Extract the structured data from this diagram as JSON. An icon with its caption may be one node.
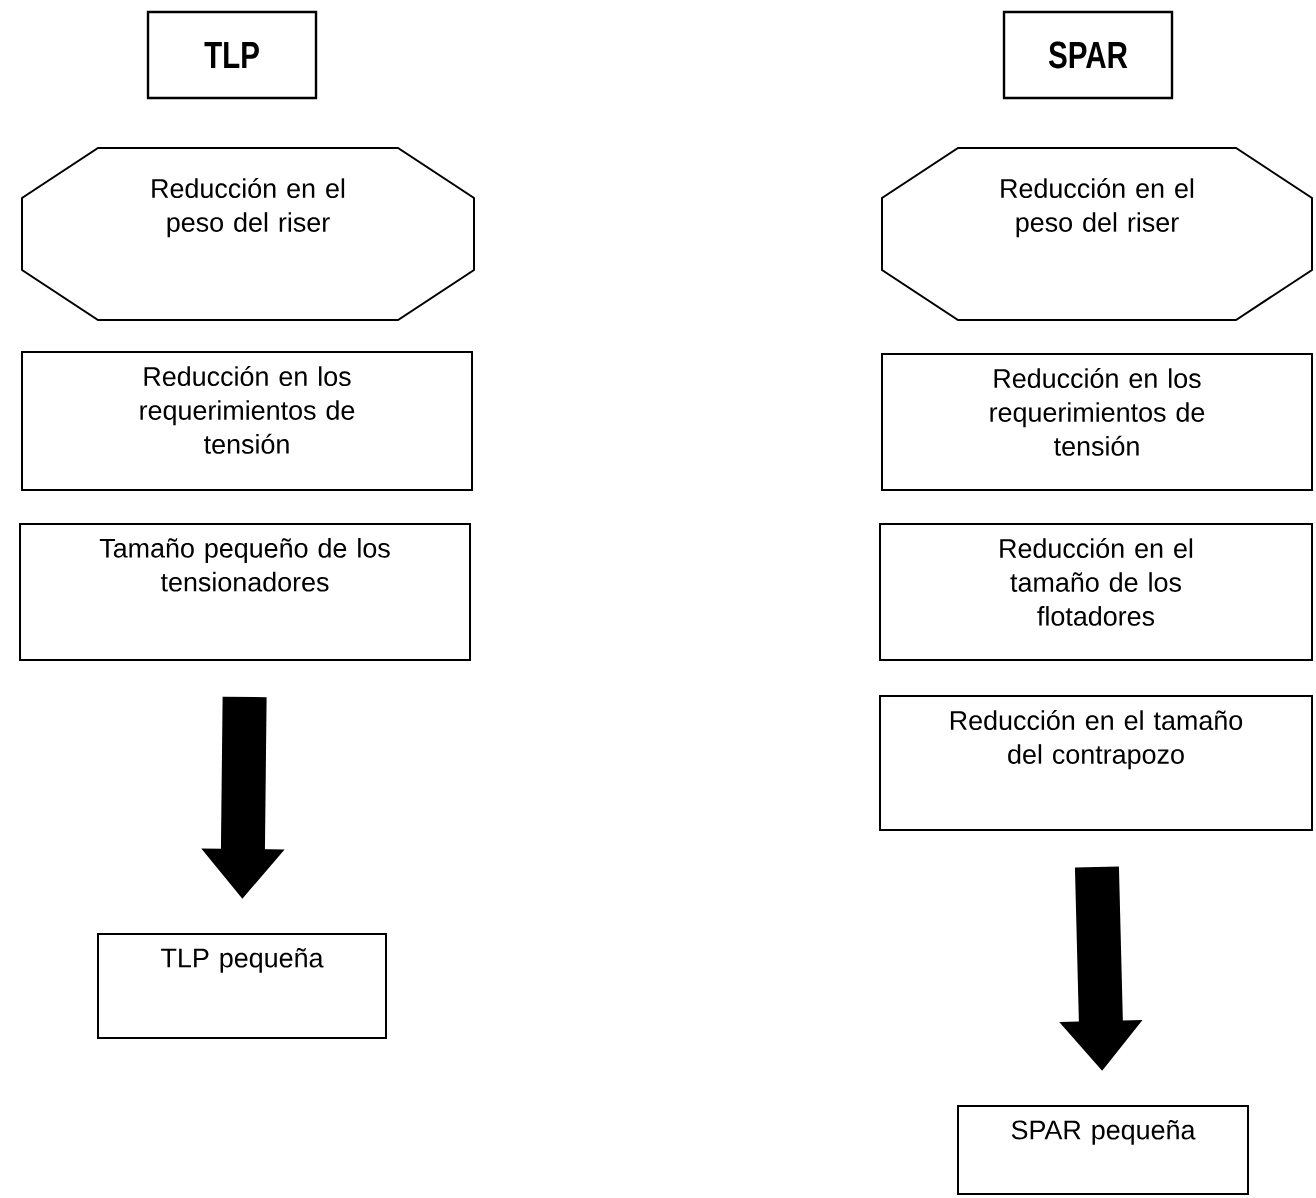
{
  "diagram": {
    "nodes": [
      {
        "text": [
          "TLP"
        ]
      },
      {
        "text": [
          "Reducción en el peso del riser"
        ]
      },
      {
        "text": [
          "Reducción en los requerimientos de tensión"
        ]
      },
      {
        "text": [
          "Tamaño pequeño de los tensionadores"
        ]
      },
      {
        "text": [
          "TLP pequeña"
        ]
      },
      {
        "text": [
          "SPAR"
        ]
      },
      {
        "text": [
          "Reducción en el peso del riser"
        ]
      },
      {
        "text": [
          "Reducción en los requerimientos de tensión"
        ]
      },
      {
        "text": [
          "Reducción en el tamaño de los flotadores"
        ]
      },
      {
        "text": [
          "Reducción en el tamaño del contrapozo"
        ]
      },
      {
        "text": [
          "SPAR pequeña"
        ]
      }
    ],
    "edges": [
      {
        "from": 3,
        "to": 4,
        "arrow": "to"
      },
      {
        "from": 9,
        "to": 10,
        "arrow": "to"
      }
    ]
  }
}
